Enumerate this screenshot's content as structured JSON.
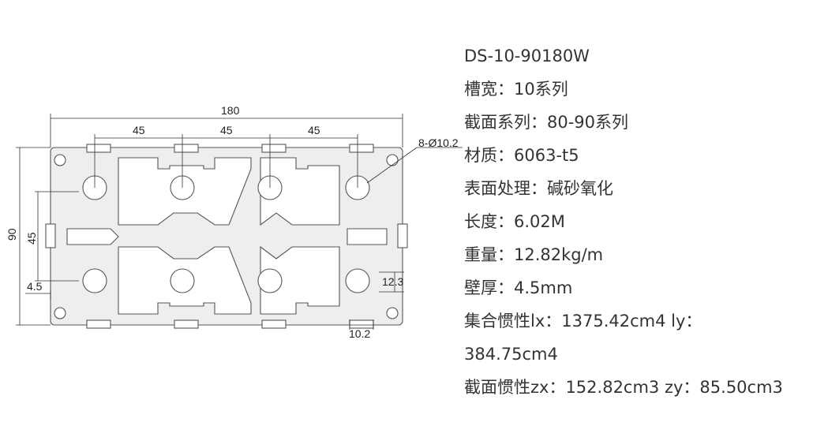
{
  "drawing": {
    "dimensions": {
      "width_total": "180",
      "pitch_1": "45",
      "pitch_2": "45",
      "pitch_3": "45",
      "height_total": "90",
      "height_pitch": "45",
      "wall_thickness": "4.5",
      "bore": "8-Ø10.2",
      "slot_depth": "12.3",
      "slot_width": "10.2"
    },
    "colors": {
      "profile_fill": "#eeeeee",
      "profile_stroke": "#555555",
      "dimension_line": "#333333"
    }
  },
  "specs": [
    "DS-10-90180W",
    "槽宽：10系列",
    "截面系列：80-90系列",
    "材质：6063-t5",
    "表面处理：碱砂氧化",
    "长度：6.02M",
    "重量：12.82kg/m",
    "壁厚：4.5mm",
    "集合惯性lx：1375.42cm4 ly：",
    "384.75cm4",
    "截面惯性zx：152.82cm3 zy：85.50cm3"
  ]
}
